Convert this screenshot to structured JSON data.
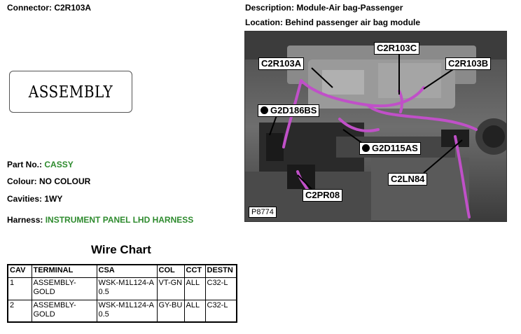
{
  "header": {
    "connector_label": "Connector:",
    "connector_value": "C2R103A",
    "description_label": "Description:",
    "description_value": "Module-Air bag-Passenger",
    "location_label": "Location:",
    "location_value": "Behind passenger air bag module"
  },
  "assembly_image_text": "ASSEMBLY",
  "details": {
    "part_no_label": "Part No.:",
    "part_no_value": "CASSY",
    "colour_label": "Colour:",
    "colour_value": "NO COLOUR",
    "cavities_label": "Cavities:",
    "cavities_value": "1WY",
    "harness_label": "Harness:",
    "harness_value": "INSTRUMENT PANEL LHD HARNESS"
  },
  "figure": {
    "id": "P8774",
    "callouts": [
      "C2R103C",
      "C2R103A",
      "C2R103B",
      "G2D186BS",
      "G2D115AS",
      "C2LN84",
      "C2PR08"
    ]
  },
  "wire_chart": {
    "title": "Wire Chart",
    "headers": [
      "CAV",
      "TERMINAL",
      "CSA",
      "COL",
      "CCT",
      "DESTN"
    ],
    "rows": [
      {
        "cav": "1",
        "terminal": "ASSEMBLY-GOLD",
        "csa": "WSK-M1L124-A 0.5",
        "col": "VT-GN",
        "cct": "ALL",
        "destn": "C32-L"
      },
      {
        "cav": "2",
        "terminal": "ASSEMBLY-GOLD",
        "csa": "WSK-M1L124-A 0.5",
        "col": "GY-BU",
        "cct": "ALL",
        "destn": "C32-L"
      }
    ]
  },
  "colors": {
    "value_green": "#2e8b2e",
    "harness_magenta": "#c050c8"
  }
}
